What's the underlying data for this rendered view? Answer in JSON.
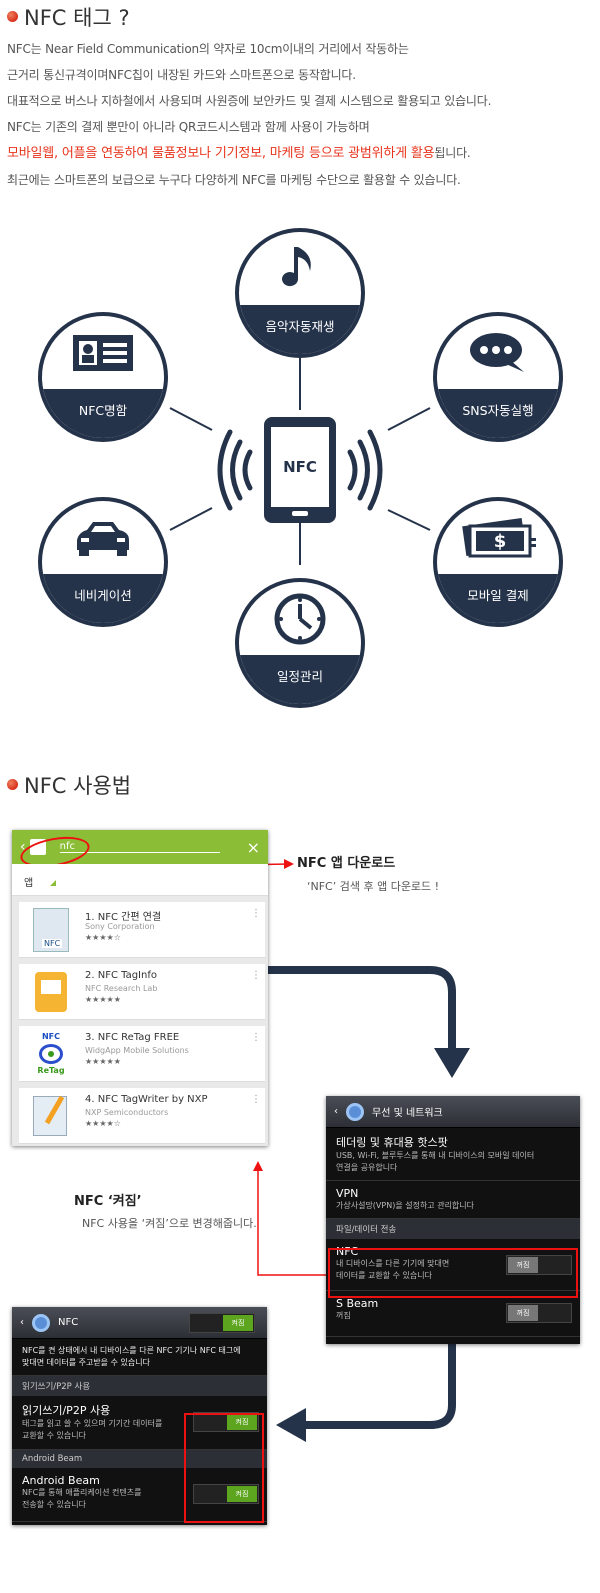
{
  "section1": {
    "title": "NFC 태그 ?",
    "lines": [
      "NFC는 Near Field Communication의 약자로 10cm이내의 거리에서 작동하는",
      "근거리 통신규격이며NFC칩이 내장된 카드와 스마트폰으로 동작합니다.",
      "대표적으로 버스나 지하철에서 사용되며 사원증에 보안카드 및 결제 시스템으로 활용되고 있습니다.",
      "NFC는 기존의 결제 뿐만이 아니라 QR코드시스템과 함께 사용이 가능하며",
      "최근에는 스마트폰의 보급으로 누구다 다양하게 NFC를 마케팅 수단으로 활용할 수 있습니다."
    ],
    "highlight": "모바일웹, 어플을 연동하여 물품정보나 기기정보, 마케팅 등으로 광범위하게 활용",
    "highlight_suffix": "됩니다."
  },
  "diagram": {
    "center_label": "NFC",
    "nodes": {
      "music": "음악자동재생",
      "card": "NFC명함",
      "sns": "SNS자동실행",
      "navi": "네비게이션",
      "pay": "모바일 결제",
      "schedule": "일정관리"
    },
    "colors": {
      "navy": "#25334a"
    }
  },
  "section2": {
    "title": "NFC 사용법"
  },
  "step1": {
    "title": "NFC 앱 다운로드",
    "desc": "‘NFC’ 검색 후 앱 다운로드 !",
    "search_text": "nfc",
    "tab": "앱",
    "apps": [
      {
        "title": "1. NFC 간편 연결",
        "dev": "Sony Corporation",
        "stars": "★★★★☆"
      },
      {
        "title": "2. NFC TagInfo",
        "dev": "NFC Research Lab",
        "stars": "★★★★★"
      },
      {
        "title": "3. NFC ReTag FREE",
        "dev": "WidgApp Mobile Solutions",
        "stars": "★★★★★"
      },
      {
        "title": "4. NFC TagWriter by NXP",
        "dev": "NXP Semiconductors",
        "stars": "★★★★☆"
      }
    ],
    "icon_labels": {
      "nfc": "NFC",
      "retag_top": "NFC",
      "retag_bottom": "ReTag"
    }
  },
  "step2": {
    "title": "NFC ‘켜짐’",
    "desc": "NFC 사용을 ‘켜짐’으로 변경해줍니다.",
    "header": "무선 및 네트워크",
    "rows": {
      "tether_t": "테더링 및 휴대용 핫스팟",
      "tether_s1": "USB, Wi-Fi, 블루투스를 통해 내 디바이스의 모바일 데이터",
      "tether_s2": "연결을 공유합니다",
      "vpn_t": "VPN",
      "vpn_s": "가상사설망(VPN)을 설정하고 관리합니다",
      "cat": "파일/데이터 전송",
      "nfc_t": "NFC",
      "nfc_s1": "내 디바이스를 다른 기기에 맞대면",
      "nfc_s2": "데이터를 교환할 수 있습니다",
      "sbeam_t": "S Beam",
      "sbeam_s": "꺼짐"
    },
    "off": "꺼짐"
  },
  "step3": {
    "header": "NFC",
    "on": "켜짐",
    "intro1": "NFC를 켠 상태에서 내 디바이스를 다른 NFC 기기나 NFC 태그에",
    "intro2": "맞대면 데이터를 주고받을 수 있습니다",
    "cat1": "읽기쓰기/P2P 사용",
    "rw_t": "읽기쓰기/P2P 사용",
    "rw_s1": "태그를 읽고 쓸 수 있으며 기기간 데이터를",
    "rw_s2": "교환할 수 있습니다",
    "cat2": "Android Beam",
    "ab_t": "Android Beam",
    "ab_s1": "NFC를 통해 애플리케이션 컨텐츠를",
    "ab_s2": "전송할 수 있습니다"
  }
}
